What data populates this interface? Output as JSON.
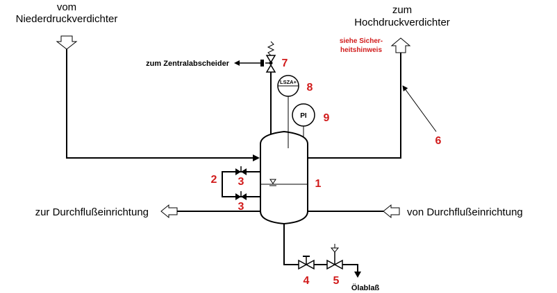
{
  "labels": {
    "inlet_top": [
      "vom",
      "Niederdruckverdichter"
    ],
    "outlet_top": [
      "zum",
      "Hochdruckverdichter"
    ],
    "safety_note": [
      "siehe Sicher-",
      "heitshinweis"
    ],
    "central_separator": "zum Zentralabscheider",
    "to_flow": "zur Durchflußeinrichtung",
    "from_flow": "von Durchflußeinrichtung",
    "oil_drain": "Ölablaß",
    "lsza": "LSZA+",
    "pi": "PI"
  },
  "numbers": {
    "vessel": "1",
    "bypass": "2",
    "valve_upper": "3",
    "valve_lower": "3",
    "valve_4": "4",
    "valve_5": "5",
    "pipe_out": "6",
    "safety_valve": "7",
    "level_switch": "8",
    "pressure_gauge": "9"
  },
  "colors": {
    "line": "#000000",
    "number": "#d11b1b"
  }
}
